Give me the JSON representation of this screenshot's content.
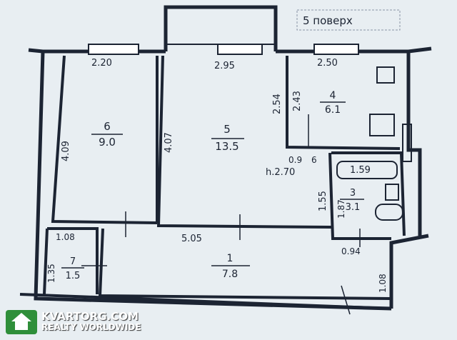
{
  "floor_note": "5 поверх",
  "dimensions": {
    "w_room6": "2.20",
    "w_room5": "2.95",
    "w_kitchen": "2.50",
    "h_room6": "4.09",
    "h_room5": "4.07",
    "kitchen_left": "2.54",
    "kitchen_right": "2.43",
    "kitchen_bottom": "0.9",
    "kitchen_door": "6",
    "ceiling": "h.2.70",
    "bath_w": "1.59",
    "hall_h": "1.55",
    "bath_h": "1.87",
    "room7_w": "1.08",
    "room7_h": "1.35",
    "hall_w": "5.05",
    "bath_bottom": "0.94",
    "entry_h": "1.08"
  },
  "rooms": [
    {
      "number": "6",
      "area": "9.0"
    },
    {
      "number": "5",
      "area": "13.5"
    },
    {
      "number": "4",
      "area": "6.1"
    },
    {
      "number": "3",
      "area": "3.1"
    },
    {
      "number": "7",
      "area": "1.5"
    },
    {
      "number": "1",
      "area": "7.8"
    }
  ],
  "watermark": {
    "site": "KVARTORG.COM",
    "tagline": "REALTY WORLDWIDE"
  }
}
